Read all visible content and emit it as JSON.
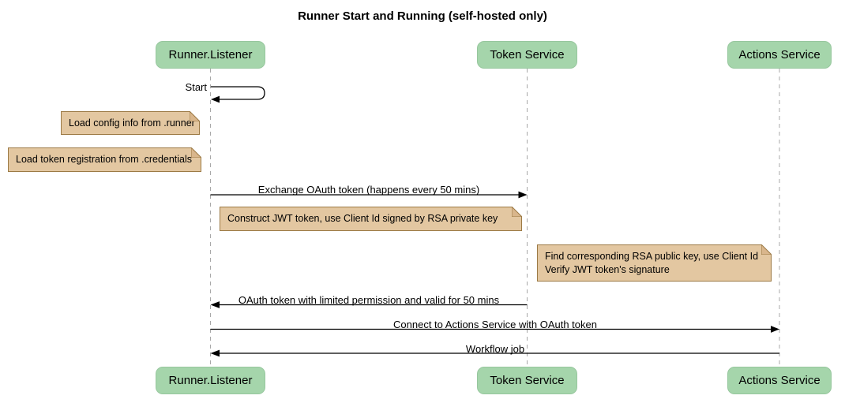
{
  "title": "Runner Start and Running (self-hosted only)",
  "diagram_type": "sequence",
  "colors": {
    "participant_fill": "#A5D5AB",
    "note_fill": "#E3C7A1",
    "note_border": "#9C7A45",
    "lifeline": "#A8A8A8",
    "arrow": "#000000",
    "background": "#FFFFFF"
  },
  "participants": [
    {
      "name": "Runner.Listener"
    },
    {
      "name": "Token Service"
    },
    {
      "name": "Actions Service"
    }
  ],
  "messages": [
    {
      "label": "Start",
      "from": "Runner.Listener",
      "to": "Runner.Listener",
      "type": "self"
    },
    {
      "label": "Exchange OAuth token (happens every 50 mins)",
      "from": "Runner.Listener",
      "to": "Token Service",
      "type": "solid"
    },
    {
      "label": "OAuth token with limited permission and valid for 50 mins",
      "from": "Token Service",
      "to": "Runner.Listener",
      "type": "solid"
    },
    {
      "label": "Connect to Actions Service with OAuth token",
      "from": "Runner.Listener",
      "to": "Actions Service",
      "type": "solid"
    },
    {
      "label": "Workflow job",
      "from": "Actions Service",
      "to": "Runner.Listener",
      "type": "solid"
    }
  ],
  "notes": [
    {
      "position": "left of Runner.Listener",
      "lines": [
        "Load config info from .runner"
      ]
    },
    {
      "position": "left of Runner.Listener",
      "lines": [
        "Load token registration from .credentials"
      ]
    },
    {
      "position": "over Runner.Listener and Token Service",
      "lines": [
        "Construct JWT token, use Client Id signed by RSA private key"
      ]
    },
    {
      "position": "over Actions Service",
      "lines": [
        "Find corresponding RSA public key, use Client Id",
        "Verify JWT token's signature"
      ]
    }
  ]
}
